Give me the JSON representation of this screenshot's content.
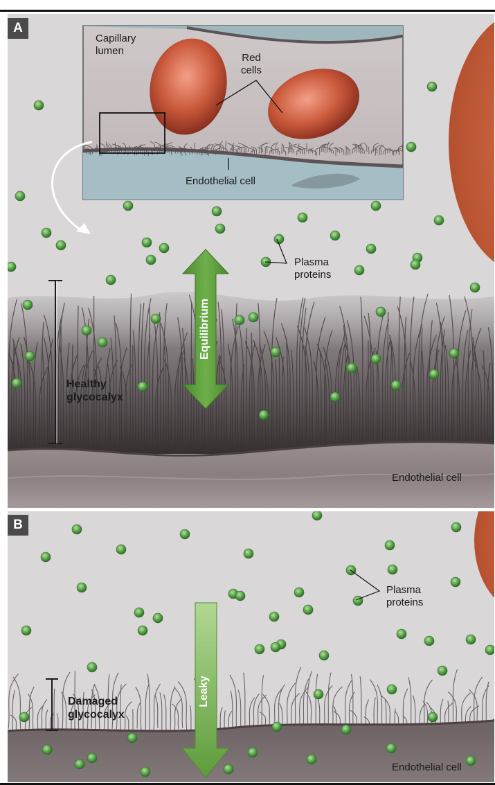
{
  "panels": {
    "a": {
      "letter": "A"
    },
    "b": {
      "letter": "B"
    }
  },
  "inset": {
    "capillary_lumen": [
      "Capillary",
      "lumen"
    ],
    "red_cells": [
      "Red",
      "cells"
    ],
    "endothelial_cell": "Endothelial cell"
  },
  "panel_a": {
    "plasma_proteins": [
      "Plasma",
      "proteins"
    ],
    "equilibrium": "Equilibrium",
    "glycocalyx": [
      "Healthy",
      "glycocalyx"
    ],
    "endothelial_cell": "Endothelial cell"
  },
  "panel_b": {
    "plasma_proteins": [
      "Plasma",
      "proteins"
    ],
    "leaky": "Leaky",
    "glycocalyx": [
      "Damaged",
      "glycocalyx"
    ],
    "endothelial_cell": "Endothelial cell"
  },
  "colors": {
    "background": "#d9d7d8",
    "protein": "#5aa54a",
    "arrow_green": "#5f9e3e",
    "arrow_light_green": "#8cc16a",
    "red_cell": "#c9583a",
    "endothelium": "#7c6f70"
  }
}
